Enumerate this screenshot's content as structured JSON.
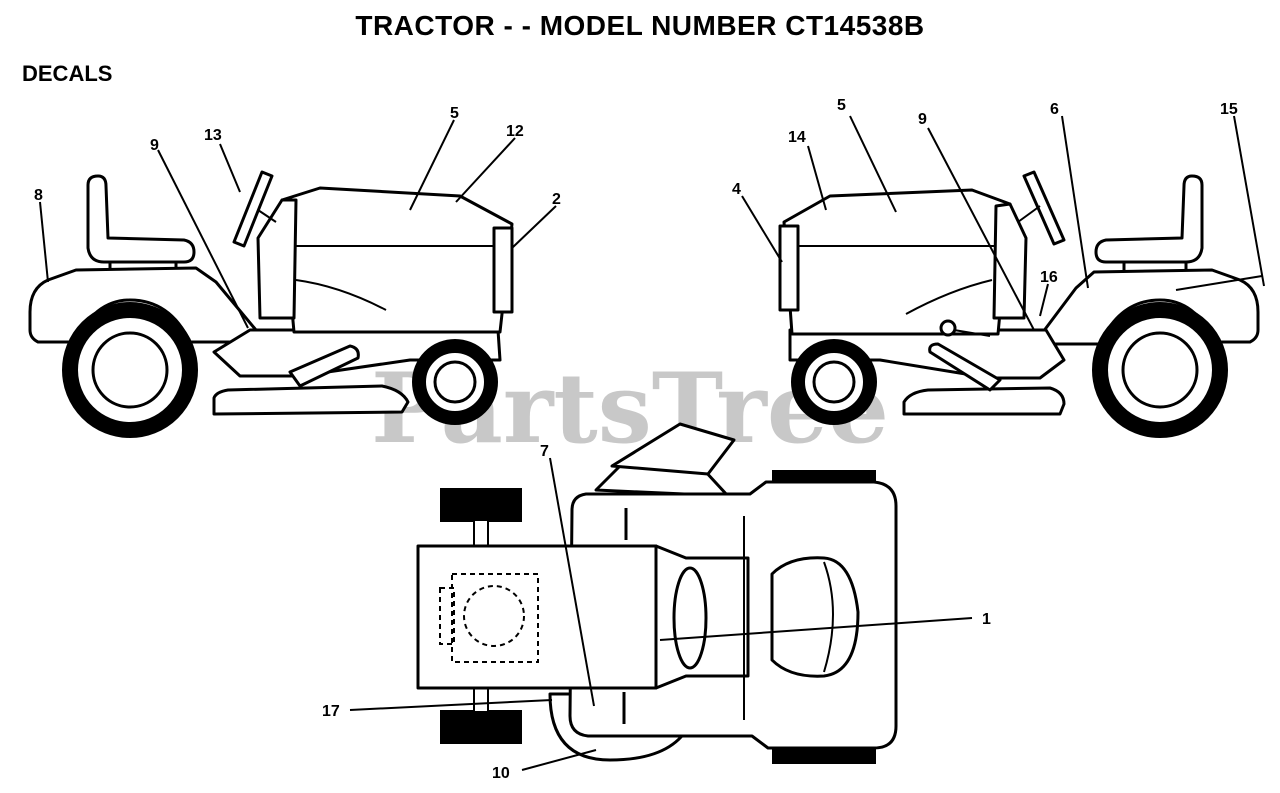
{
  "title": "TRACTOR - - MODEL NUMBER CT14538B",
  "section": "DECALS",
  "watermark": "PartsTree",
  "callouts": {
    "left_view": [
      "8",
      "9",
      "13",
      "5",
      "12",
      "2"
    ],
    "right_view": [
      "4",
      "14",
      "5",
      "9",
      "6",
      "16",
      "15"
    ],
    "top_view": [
      "7",
      "1",
      "17",
      "10"
    ]
  }
}
